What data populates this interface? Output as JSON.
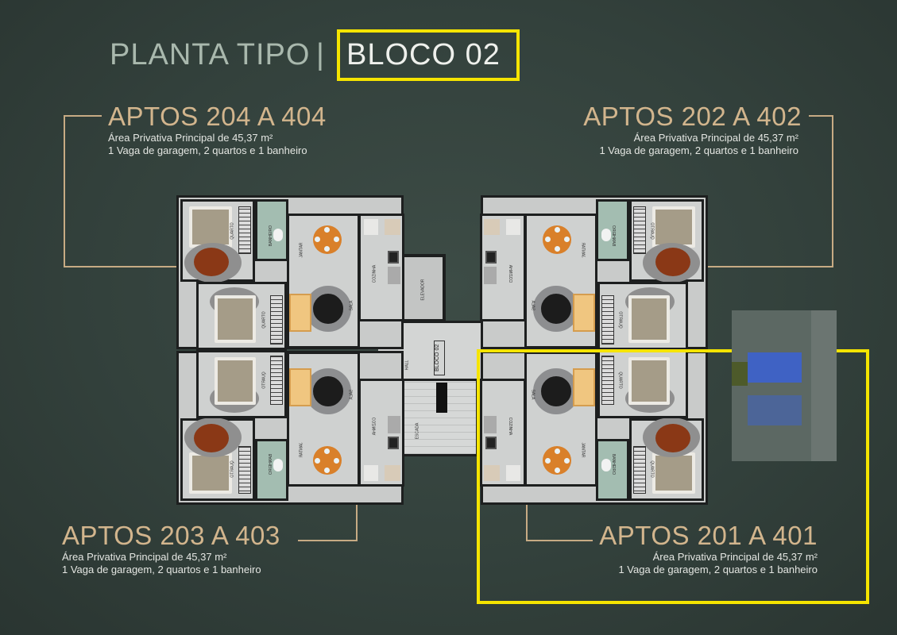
{
  "header": {
    "title": "PLANTA TIPO",
    "separator": "|",
    "block": "BLOCO 02"
  },
  "apartments": [
    {
      "title": "APTOS 204 A 404",
      "area": "Área Privativa Principal de 45,37 m²",
      "features": "1 Vaga de garagem, 2 quartos e 1 banheiro"
    },
    {
      "title": "APTOS 202 A 402",
      "area": "Área Privativa Principal de 45,37 m²",
      "features": "1 Vaga de garagem, 2 quartos e 1 banheiro"
    },
    {
      "title": "APTOS 203 A 403",
      "area": "Área Privativa Principal de 45,37 m²",
      "features": "1 Vaga de garagem, 2 quartos e 1 banheiro"
    },
    {
      "title": "APTOS 201 A 401",
      "area": "Área Privativa Principal de 45,37 m²",
      "features": "1 Vaga de garagem, 2 quartos e 1 banheiro"
    }
  ],
  "plan": {
    "rooms": {
      "quarto": "QUARTO",
      "banheiro": "BANHEIRO",
      "jantar": "JANTAR",
      "sala": "SALA",
      "cozinha": "COZINHA",
      "hall": "HALL",
      "elevador": "ELEVADOR",
      "escada": "ESCADA",
      "bloco": "BLOCO 02"
    },
    "highlight_color": "#f5e400",
    "accent_color": "#c7ab84"
  }
}
